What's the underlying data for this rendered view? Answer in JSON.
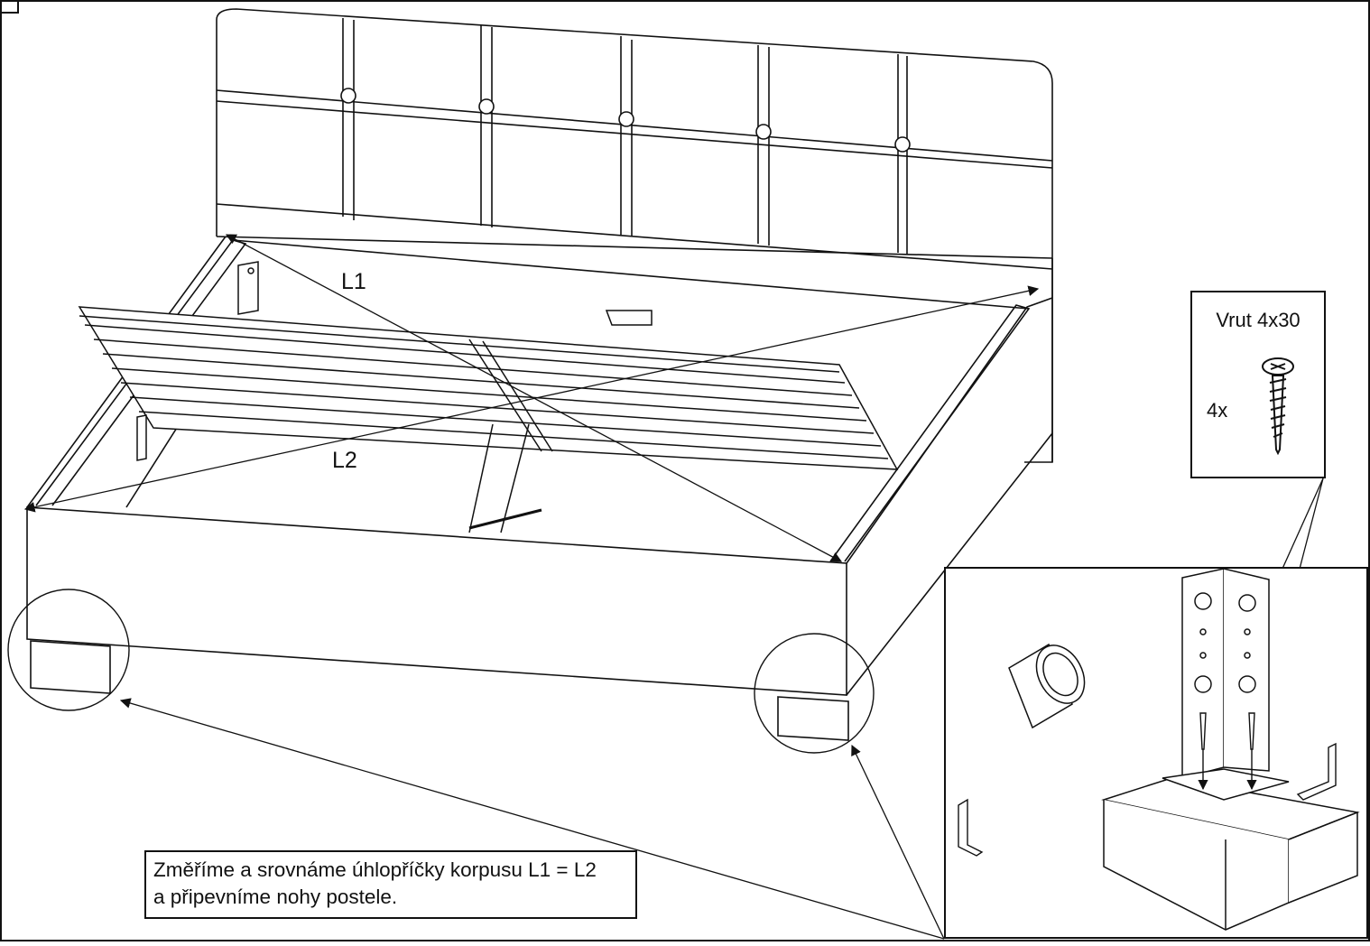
{
  "labels": {
    "diagonal_1": "L1",
    "diagonal_2": "L2"
  },
  "note": {
    "line1": "Změříme a srovnáme úhlopříčky korpusu L1 = L2",
    "line2": "a připevníme nohy postele."
  },
  "screw": {
    "title": "Vrut 4x30",
    "quantity": "4x"
  },
  "icons": {
    "screw": "screw-icon",
    "leg": "bed-leg",
    "bracket": "corner-bracket"
  },
  "colors": {
    "line": "#111111",
    "background": "#ffffff"
  }
}
